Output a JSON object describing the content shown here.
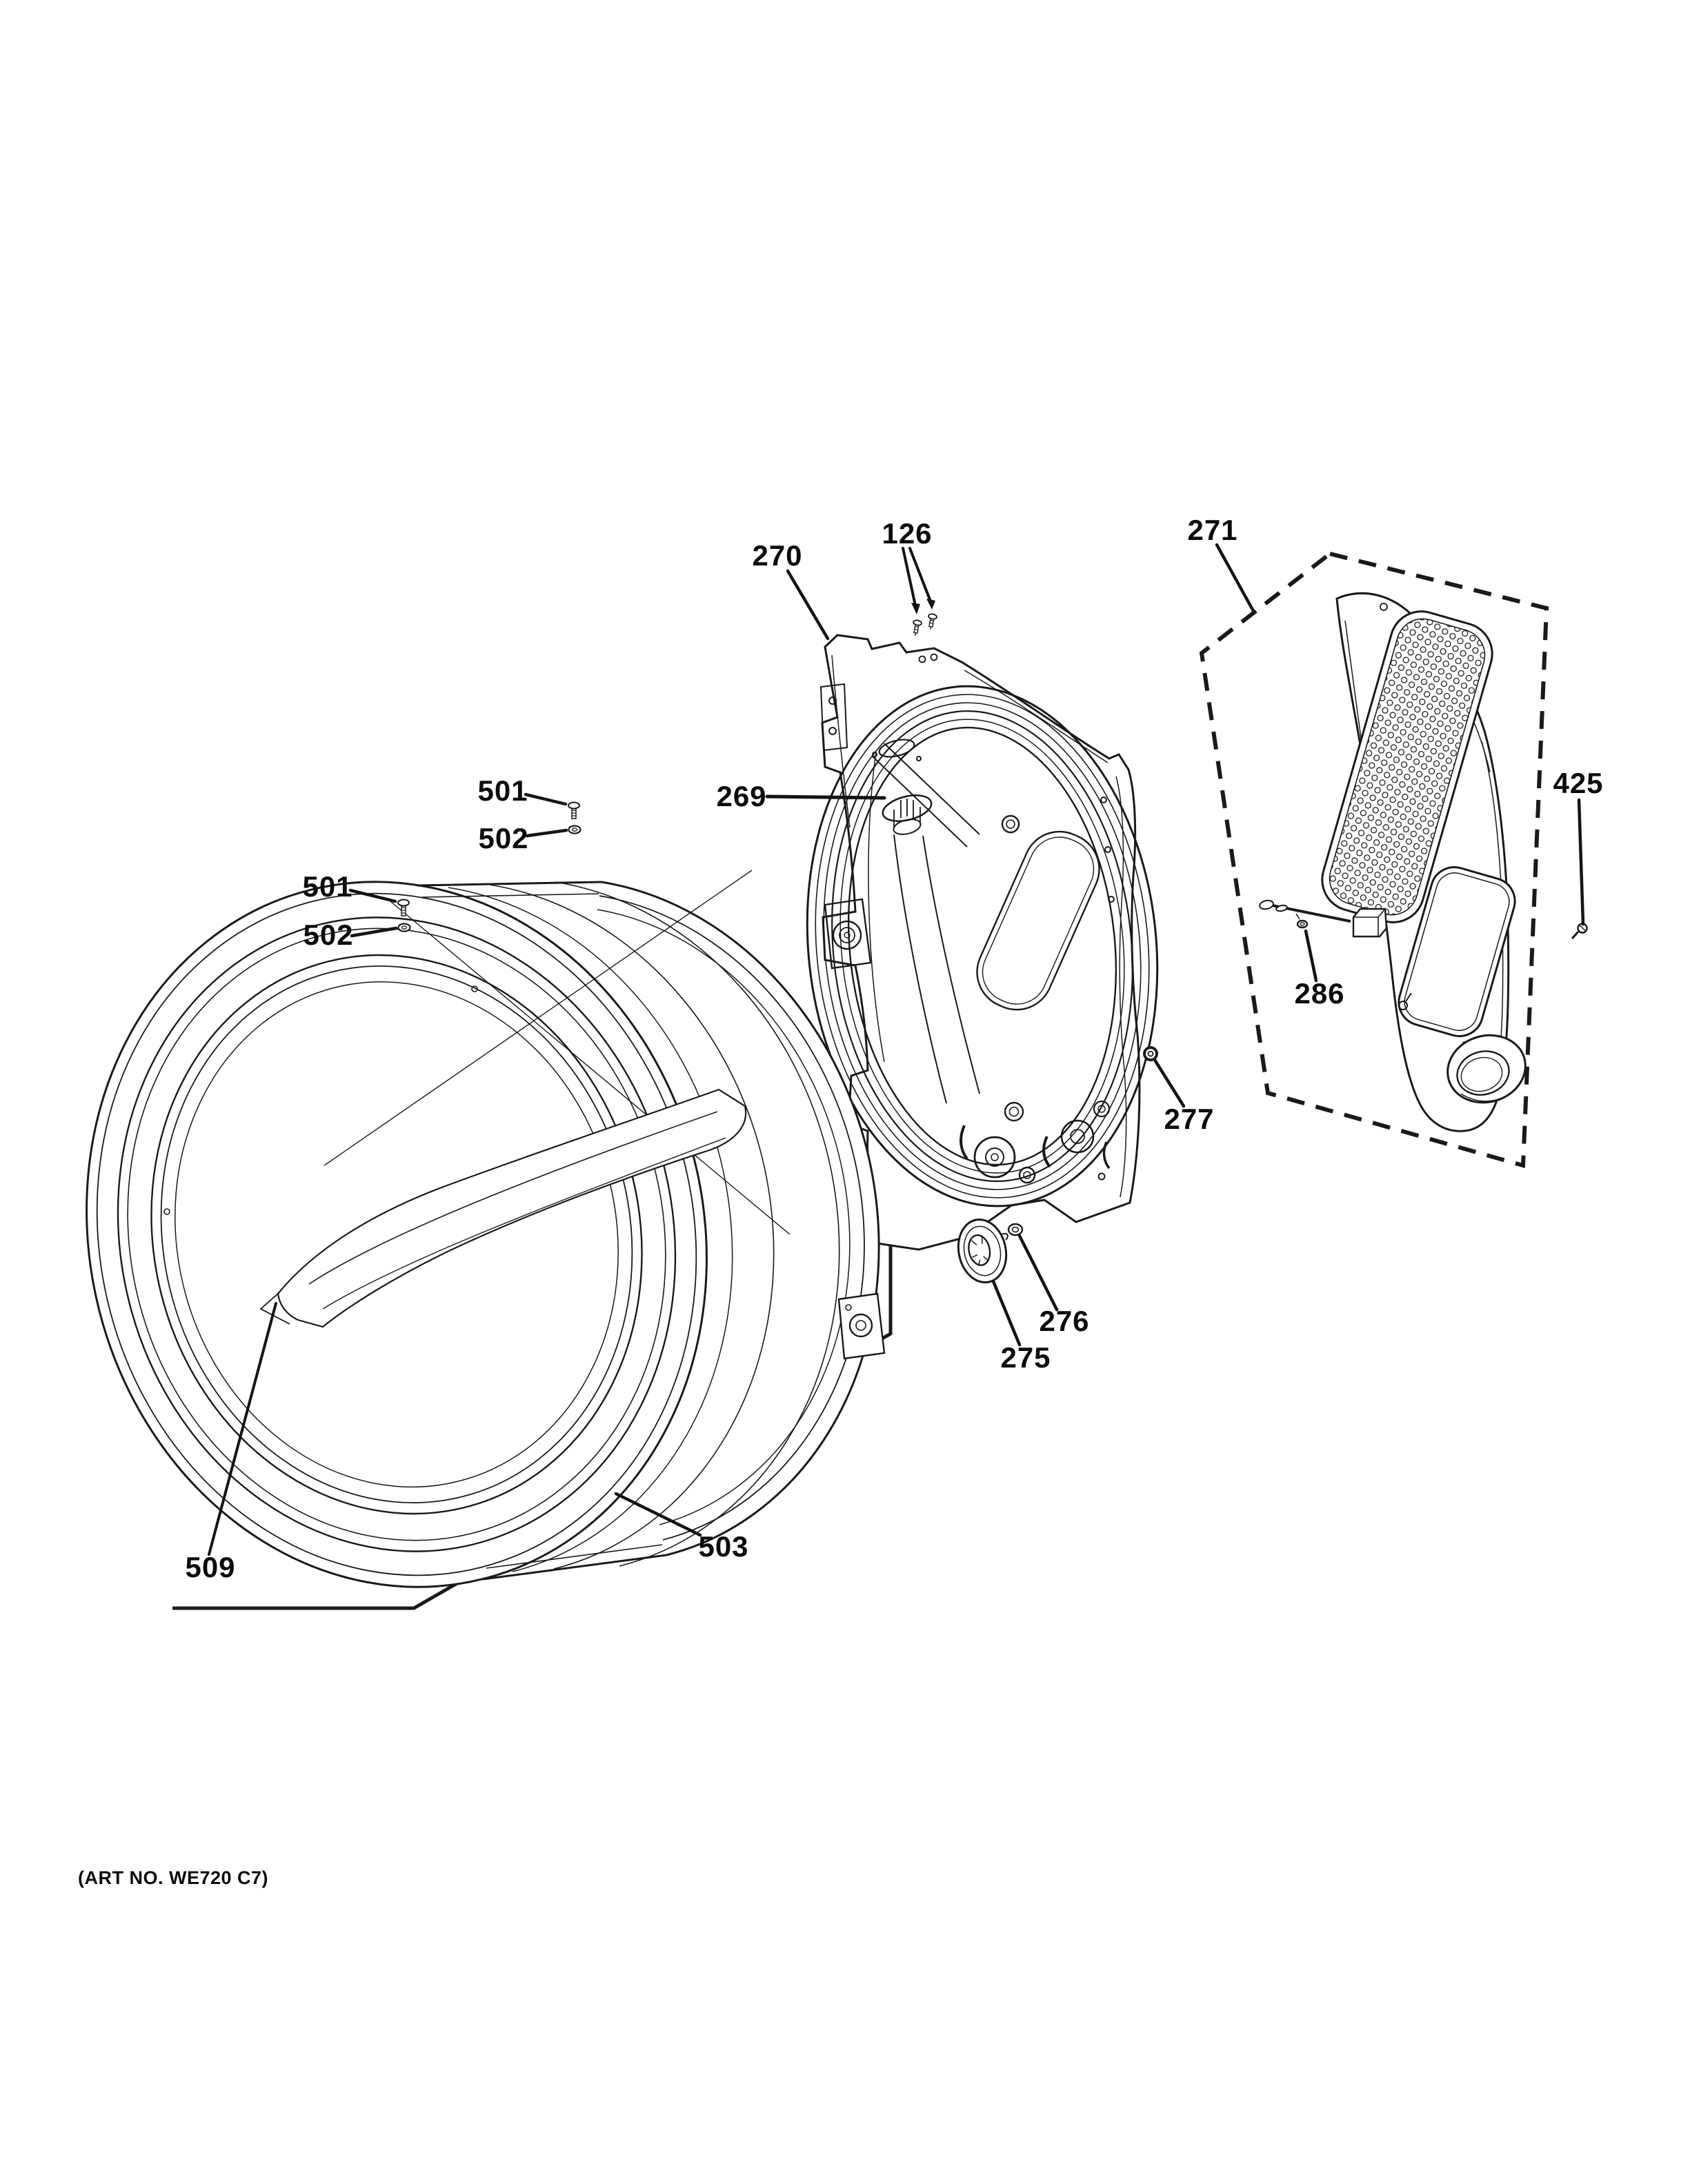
{
  "page": {
    "background": "#ffffff",
    "ink": "#1a1a1a"
  },
  "footer": {
    "art_no": "(ART NO. WE720 C7)"
  },
  "callouts": [
    {
      "id": "270",
      "label": "270"
    },
    {
      "id": "126",
      "label": "126"
    },
    {
      "id": "271",
      "label": "271"
    },
    {
      "id": "425",
      "label": "425"
    },
    {
      "id": "269",
      "label": "269"
    },
    {
      "id": "286",
      "label": "286"
    },
    {
      "id": "277",
      "label": "277"
    },
    {
      "id": "276",
      "label": "276"
    },
    {
      "id": "275",
      "label": "275"
    },
    {
      "id": "501a",
      "label": "501"
    },
    {
      "id": "502a",
      "label": "502"
    },
    {
      "id": "501b",
      "label": "501"
    },
    {
      "id": "502b",
      "label": "502"
    },
    {
      "id": "503",
      "label": "503"
    },
    {
      "id": "509",
      "label": "509"
    }
  ]
}
